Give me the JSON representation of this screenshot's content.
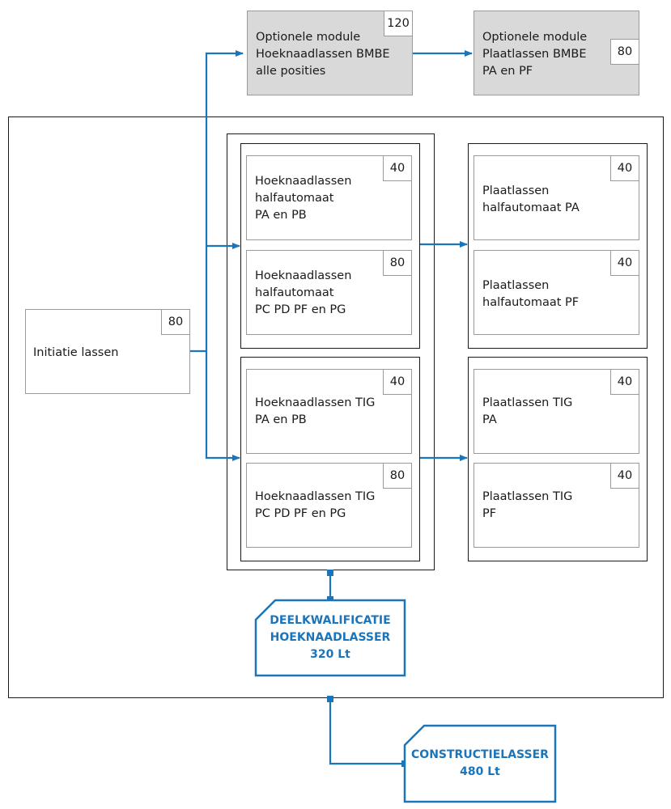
{
  "optional_modules": [
    {
      "label": "Optionele module\nHoeknaadlassen BMBE\nalle posities",
      "hours": "120"
    },
    {
      "label": "Optionele module\nPlaatlassen BMBE\nPA en PF",
      "hours": "80"
    }
  ],
  "initiation": {
    "label": "Initiatie lassen",
    "hours": "80"
  },
  "fillet_modules": [
    {
      "label": "Hoeknaadlassen\nhalfautomaat\nPA en PB",
      "hours": "40"
    },
    {
      "label": "Hoeknaadlassen\nhalfautomaat\nPC PD PF en PG",
      "hours": "80"
    },
    {
      "label": "Hoeknaadlassen TIG\nPA en PB",
      "hours": "40"
    },
    {
      "label": "Hoeknaadlassen TIG\nPC PD PF en PG",
      "hours": "80"
    }
  ],
  "plate_modules": [
    {
      "label": "Plaatlassen\nhalfautomaat PA",
      "hours": "40"
    },
    {
      "label": "Plaatlassen\nhalfautomaat PF",
      "hours": "40"
    },
    {
      "label": "Plaatlassen TIG\nPA",
      "hours": "40"
    },
    {
      "label": "Plaatlassen TIG\nPF",
      "hours": "40"
    }
  ],
  "qualifications": [
    {
      "label": "DEELKWALIFICATIE\nHOEKNAADLASSER\n320 Lt"
    },
    {
      "label": "CONSTRUCTIELASSER\n480 Lt"
    }
  ],
  "colors": {
    "accent": "#1b75bb",
    "module_border": "#9a9a9a",
    "optional_fill": "#d9d9d9"
  }
}
